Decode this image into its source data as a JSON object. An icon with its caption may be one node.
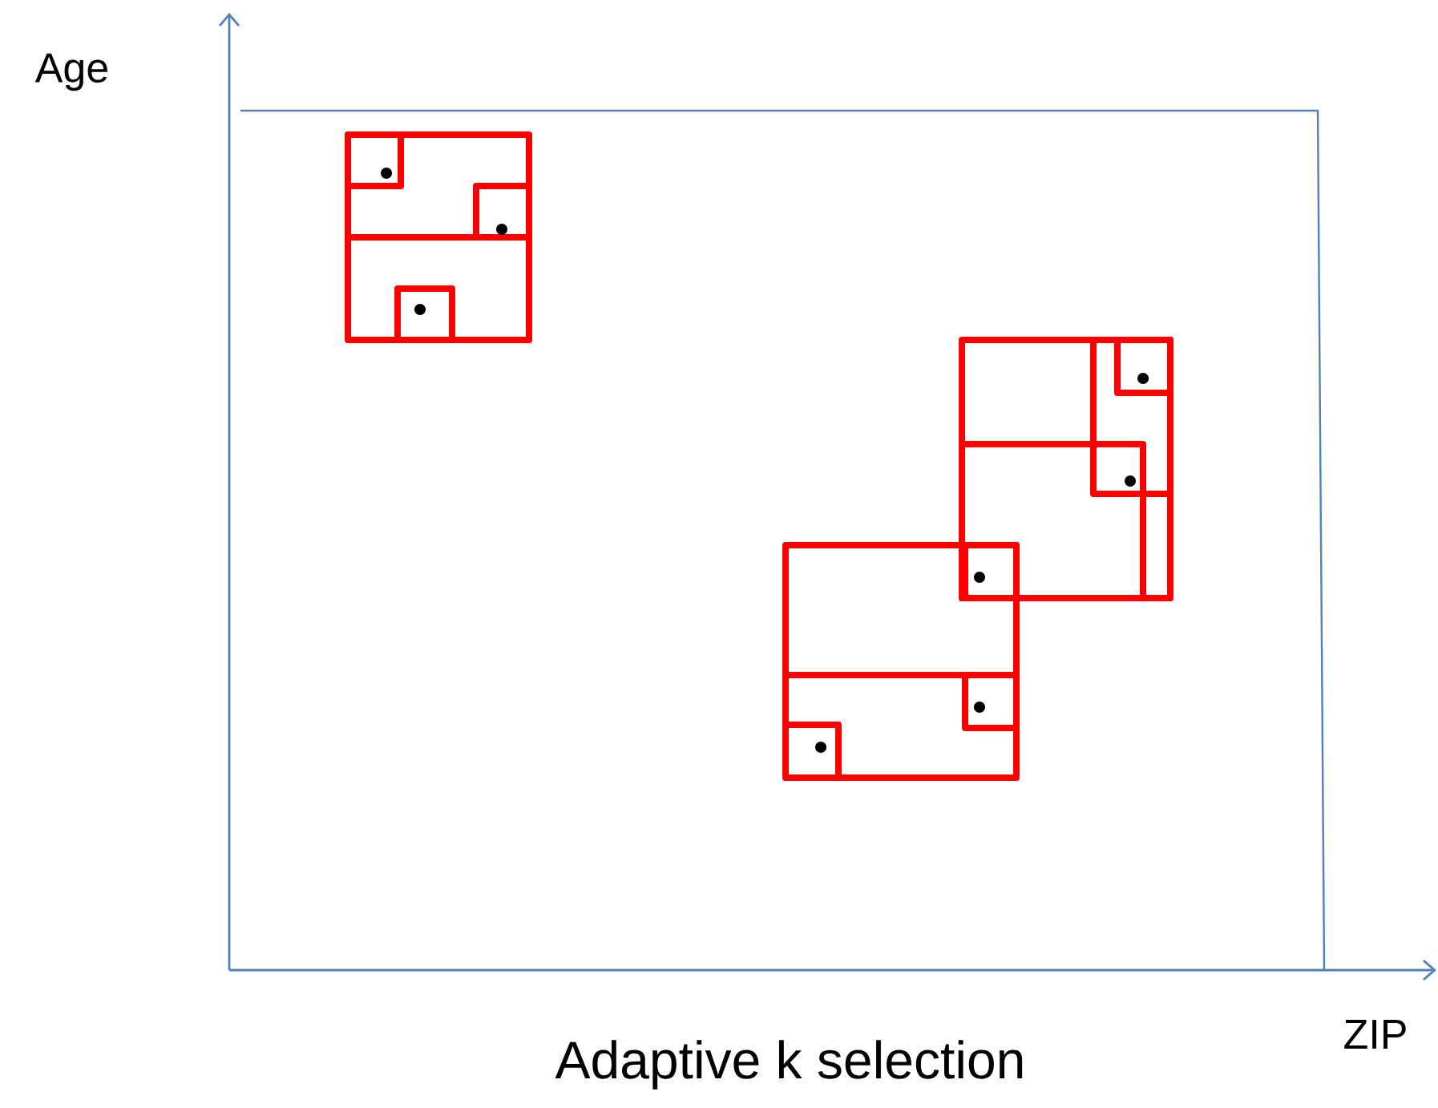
{
  "diagram": {
    "caption": "Adaptive k selection",
    "labels": [
      "Age",
      "ZIP"
    ]
  }
}
